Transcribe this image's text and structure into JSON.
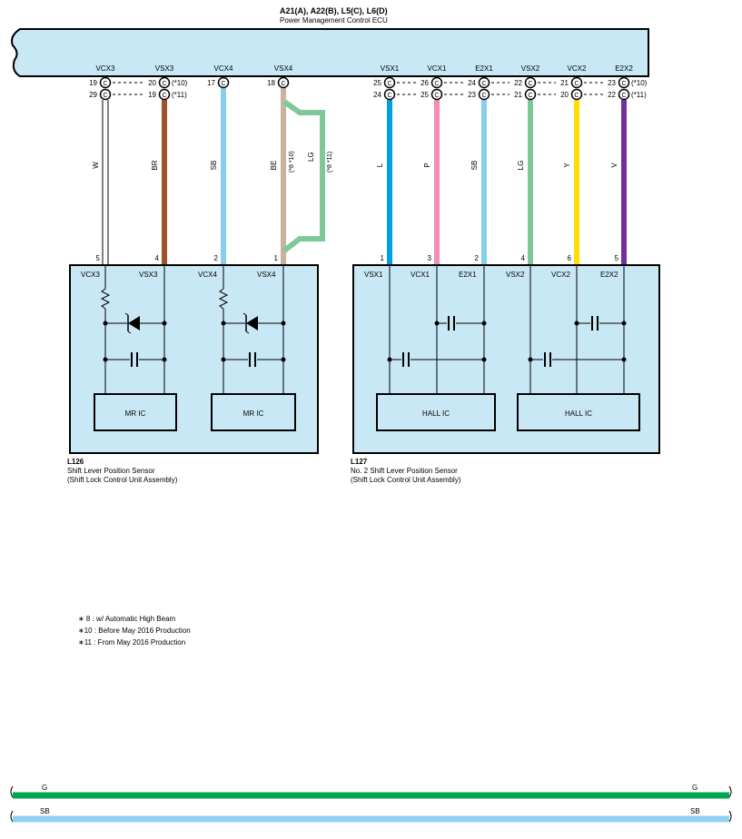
{
  "ecu": {
    "connectors": "A21(A), A22(B), L5(C), L6(D)",
    "name": "Power Management Control ECU",
    "pins": [
      {
        "label": "VCX3",
        "top": "19",
        "bottom": "29",
        "wire": "W",
        "color": "#ffffff",
        "sensor_pin": "5",
        "top_note": "",
        "bottom_note": ""
      },
      {
        "label": "VSX3",
        "top": "20",
        "bottom": "19",
        "wire": "BR",
        "color": "#a0522d",
        "sensor_pin": "4",
        "top_note": "(*10)",
        "bottom_note": "(*11)"
      },
      {
        "label": "VCX4",
        "top": "17",
        "bottom": "",
        "wire": "SB",
        "color": "#87ceeb",
        "sensor_pin": "2",
        "top_note": "",
        "bottom_note": ""
      },
      {
        "label": "VSX4",
        "top": "18",
        "bottom": "",
        "wire": "BE",
        "color": "#c8b49b",
        "sensor_pin": "1",
        "top_note": "",
        "bottom_note": ""
      },
      {
        "label": "VSX1",
        "top": "25",
        "bottom": "24",
        "wire": "L",
        "color": "#00a0e0",
        "sensor_pin": "1",
        "top_note": "",
        "bottom_note": ""
      },
      {
        "label": "VCX1",
        "top": "26",
        "bottom": "25",
        "wire": "P",
        "color": "#f48cb6",
        "sensor_pin": "3",
        "top_note": "",
        "bottom_note": ""
      },
      {
        "label": "E2X1",
        "top": "24",
        "bottom": "23",
        "wire": "SB",
        "color": "#87ceeb",
        "sensor_pin": "2",
        "top_note": "",
        "bottom_note": ""
      },
      {
        "label": "VSX2",
        "top": "22",
        "bottom": "21",
        "wire": "LG",
        "color": "#7fc89a",
        "sensor_pin": "4",
        "top_note": "",
        "bottom_note": ""
      },
      {
        "label": "VCX2",
        "top": "21",
        "bottom": "20",
        "wire": "Y",
        "color": "#ffdd00",
        "sensor_pin": "6",
        "top_note": "",
        "bottom_note": ""
      },
      {
        "label": "E2X2",
        "top": "23",
        "bottom": "22",
        "wire": "V",
        "color": "#7030a0",
        "sensor_pin": "5",
        "top_note": "(*10)",
        "bottom_note": "(*11)"
      }
    ],
    "connector_letter": "C"
  },
  "bypass": {
    "wire": "LG",
    "notes_left": "(*8 *10)",
    "notes_right": "(*8 *11)",
    "color": "#7fc89a"
  },
  "sensor1": {
    "id": "L126",
    "name": "Shift Lever Position Sensor",
    "sub": "(Shift Lock Control Unit Assembly)",
    "pins": [
      "VCX3",
      "VSX3",
      "VCX4",
      "VSX4"
    ],
    "ic_label": "MR IC"
  },
  "sensor2": {
    "id": "L127",
    "name": "No.  2 Shift Lever Position Sensor",
    "sub": "(Shift Lock Control Unit Assembly)",
    "pins": [
      "VSX1",
      "VCX1",
      "E2X1",
      "VSX2",
      "VCX2",
      "E2X2"
    ],
    "ic_label": "HALL IC"
  },
  "notes": [
    "∗ 8 : w/ Automatic High Beam",
    "∗10 : Before May 2016 Production",
    "∗11 : From May 2016 Production"
  ],
  "bottom_wires": [
    {
      "name": "G",
      "color": "#00a651"
    },
    {
      "name": "SB",
      "color": "#8fd3f4"
    }
  ]
}
